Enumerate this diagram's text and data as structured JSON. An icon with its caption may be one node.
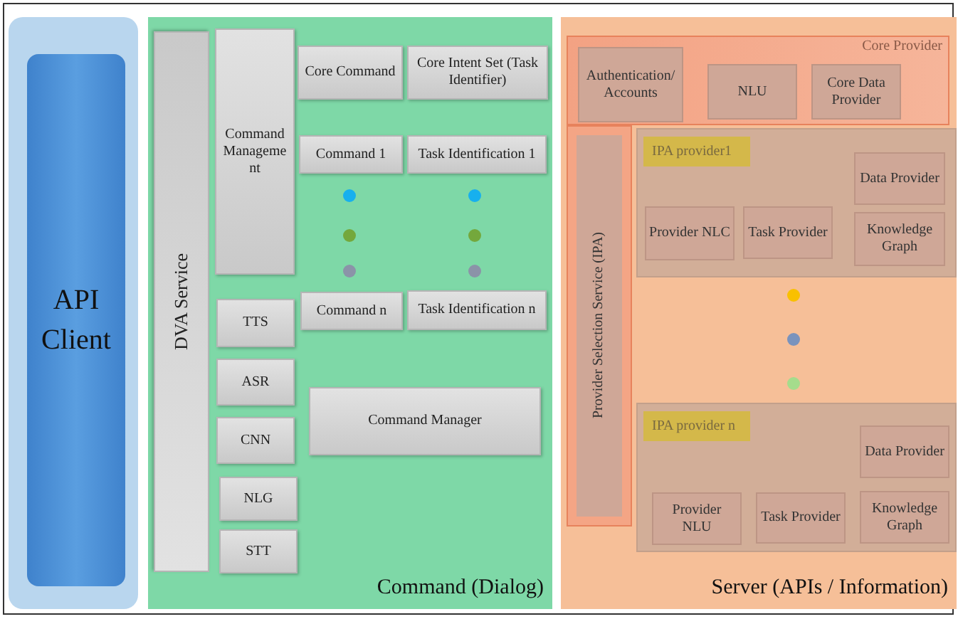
{
  "diagram": {
    "nodes": [
      {
        "text": [
          "API Client"
        ]
      },
      {
        "text": [
          "Command (Dialog)"
        ]
      },
      {
        "text": [
          "DVA Service"
        ],
        "in": 1
      },
      {
        "text": [
          "Command Manageme nt"
        ],
        "in": 1
      },
      {
        "text": [
          "Core Command"
        ],
        "in": 1
      },
      {
        "text": [
          "Core Intent Set (Task Identifier)"
        ],
        "in": 1
      },
      {
        "text": [
          "Command 1"
        ],
        "in": 1
      },
      {
        "text": [
          "Task Identification 1"
        ],
        "in": 1
      },
      {
        "text": [
          "Command n"
        ],
        "in": 1
      },
      {
        "text": [
          "Task Identification n"
        ],
        "in": 1
      },
      {
        "text": [
          "TTS"
        ],
        "in": 1
      },
      {
        "text": [
          "ASR"
        ],
        "in": 1
      },
      {
        "text": [
          "CNN"
        ],
        "in": 1
      },
      {
        "text": [
          "NLG"
        ],
        "in": 1
      },
      {
        "text": [
          "STT"
        ],
        "in": 1
      },
      {
        "text": [
          "Command Manager"
        ],
        "in": 1
      },
      {
        "text": [
          "Server (APIs / Information)"
        ]
      },
      {
        "text": [
          "Core Provider"
        ],
        "in": 16
      },
      {
        "text": [
          "Authentication/ Accounts"
        ],
        "in": 17
      },
      {
        "text": [
          "NLU"
        ],
        "in": 17
      },
      {
        "text": [
          "Core Data Provider"
        ],
        "in": 17
      },
      {
        "text": [
          "Provider Selection Service (IPA)"
        ],
        "in": 16
      },
      {
        "text": [
          "IPA provider1"
        ],
        "in": 16
      },
      {
        "text": [
          "Data Provider"
        ],
        "in": 22
      },
      {
        "text": [
          "Provider NLC"
        ],
        "in": 22
      },
      {
        "text": [
          "Task Provider"
        ],
        "in": 22
      },
      {
        "text": [
          "Knowledge Graph"
        ],
        "in": 22
      },
      {
        "text": [
          "IPA provider n"
        ],
        "in": 16
      },
      {
        "text": [
          "Data Provider"
        ],
        "in": 27
      },
      {
        "text": [
          "Provider NLU"
        ],
        "in": 27
      },
      {
        "text": [
          "Task Provider"
        ],
        "in": 27
      },
      {
        "text": [
          "Knowledge Graph"
        ],
        "in": 27
      }
    ],
    "edges": []
  }
}
